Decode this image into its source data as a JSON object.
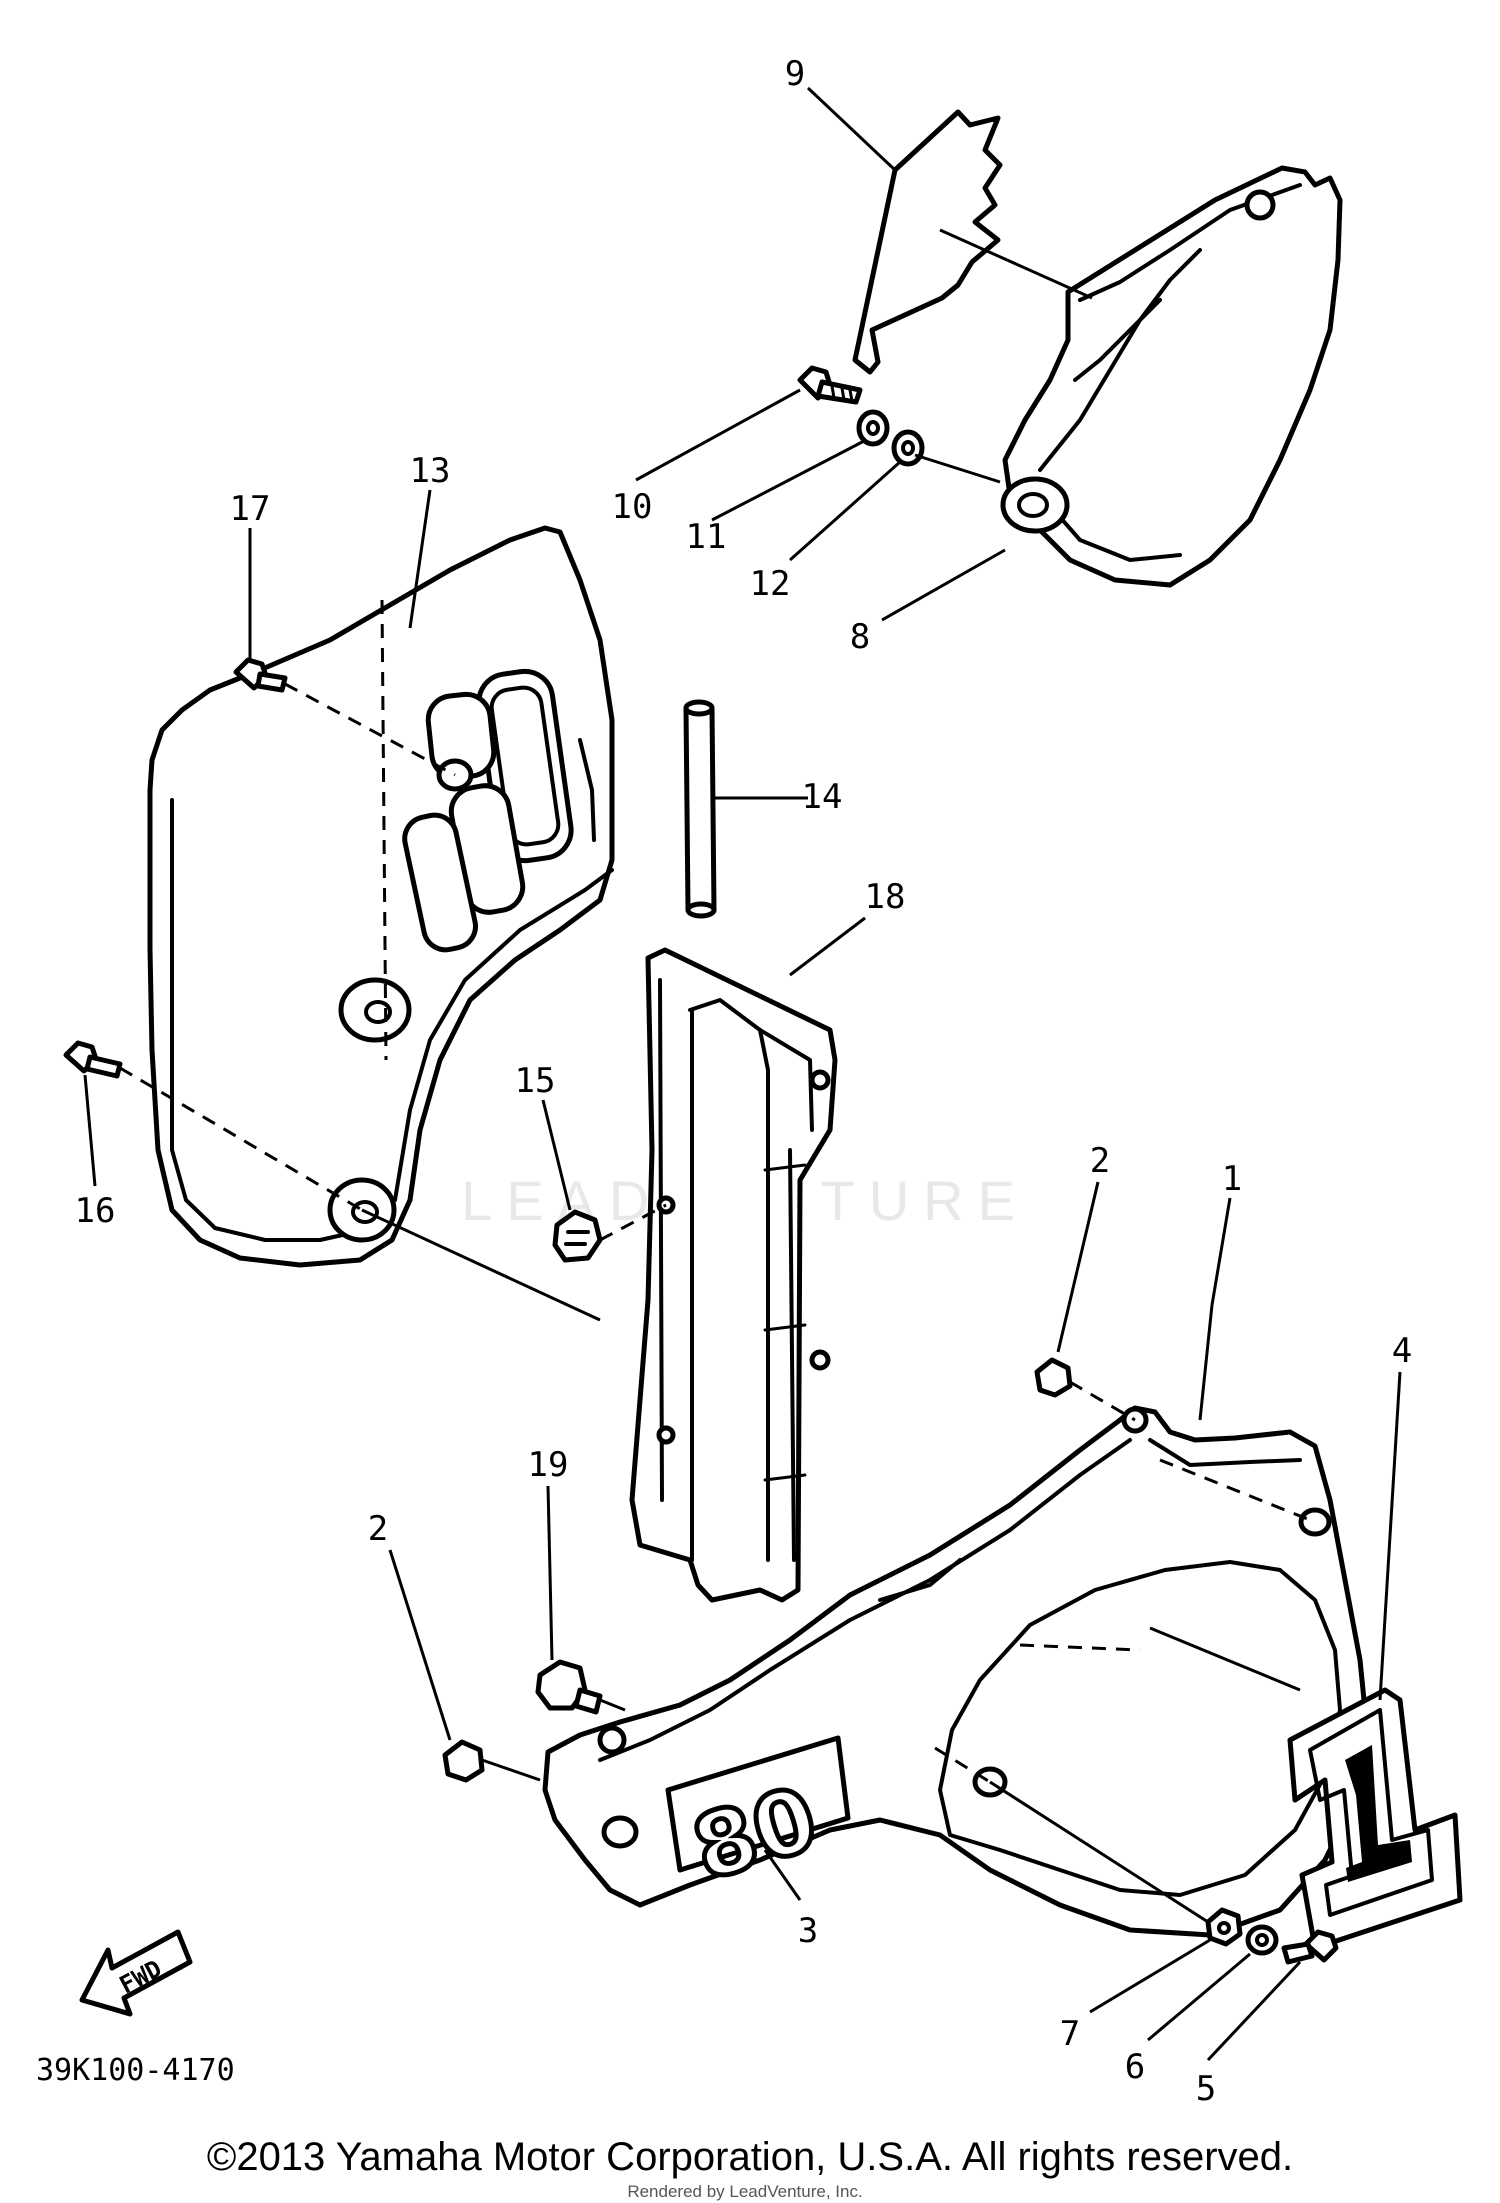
{
  "callouts": {
    "c1": "1",
    "c2a": "2",
    "c2b": "2",
    "c3": "3",
    "c4": "4",
    "c5": "5",
    "c6": "6",
    "c7": "7",
    "c8": "8",
    "c9": "9",
    "c10": "10",
    "c11": "11",
    "c12": "12",
    "c13": "13",
    "c14": "14",
    "c15": "15",
    "c16": "16",
    "c17": "17",
    "c18": "18",
    "c19": "19"
  },
  "fwd_label": "FWD",
  "badge_number": "80",
  "decal_number": "1",
  "diagram_code": "39K100-4170",
  "watermark": "LEADVENTURE",
  "copyright": "©2013 Yamaha Motor Corporation, U.S.A. All rights reserved.",
  "credit": "Rendered by LeadVenture, Inc."
}
